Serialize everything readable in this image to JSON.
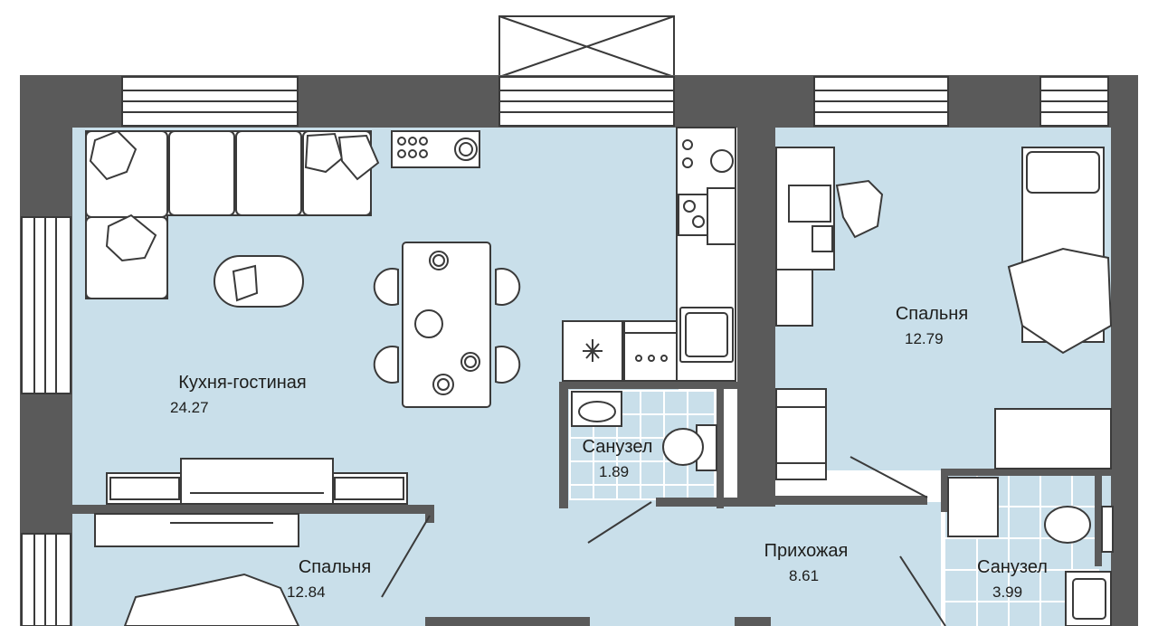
{
  "rooms": {
    "kitchen_living": {
      "name": "Кухня-гостиная",
      "area": "24.27"
    },
    "bedroom_right": {
      "name": "Спальня",
      "area": "12.79"
    },
    "bathroom_small": {
      "name": "Санузел",
      "area": "1.89"
    },
    "hallway": {
      "name": "Прихожая",
      "area": "8.61"
    },
    "bathroom_right": {
      "name": "Санузел",
      "area": "3.99"
    },
    "bedroom_left": {
      "name": "Спальня",
      "area": "12.84"
    }
  },
  "colors": {
    "floor": "#c9dfea",
    "wall": "#5a5a5a",
    "line": "#3a3a3a",
    "furniture": "#ffffff"
  }
}
